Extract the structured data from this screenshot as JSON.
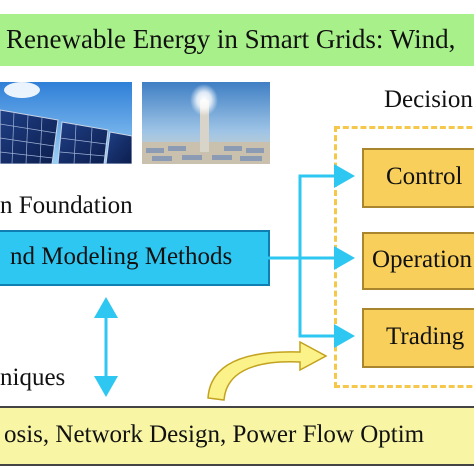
{
  "title": "Renewable Energy in Smart Grids: Wind,",
  "section_foundation": "n Foundation",
  "modeling_box": "nd Modeling Methods",
  "techniques_label": "niques",
  "decision_label": "Decision",
  "decision_items": [
    "Control",
    "Operation",
    "Trading"
  ],
  "bottom_box": "osis, Network Design, Power Flow Optim",
  "icons": [
    "solar-panel-photo",
    "solar-tower-photo"
  ],
  "colors": {
    "banner": "#a8f08a",
    "modeling_box": "#2ec7f2",
    "decision_box": "#f8cf5b",
    "dashed_border": "#f5c84c",
    "bottom_box": "#f8f6a4",
    "arrow": "#2ec7f2"
  }
}
